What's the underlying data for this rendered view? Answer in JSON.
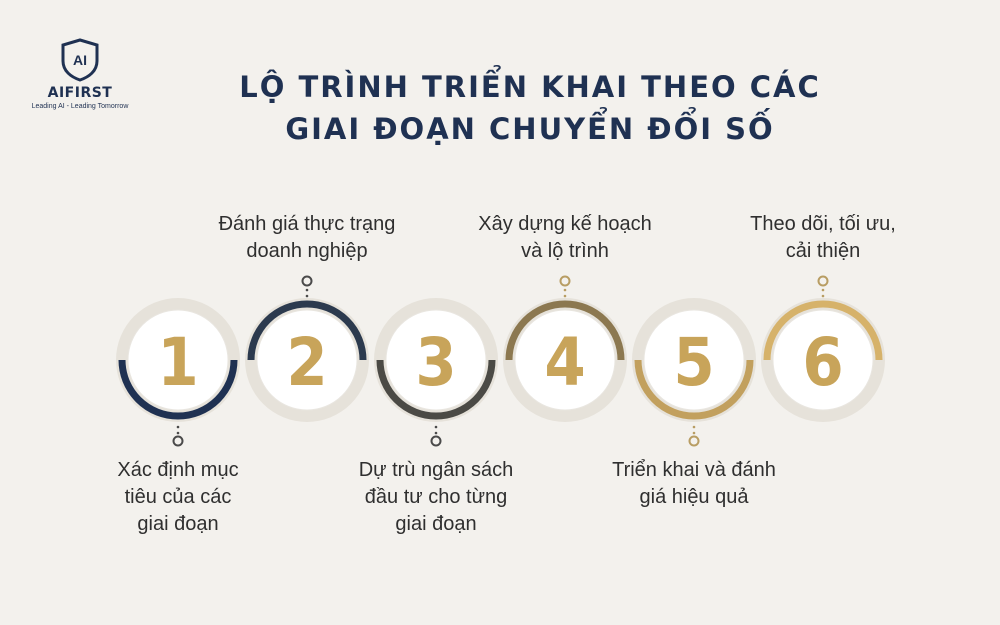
{
  "logo": {
    "mark": "AI",
    "name": "AIFIRST",
    "tagline": "Leading AI - Leading Tomorrow"
  },
  "title": {
    "line1": "LỘ TRÌNH TRIỂN KHAI THEO CÁC",
    "line2": "GIAI ĐOẠN CHUYỂN ĐỔI SỐ"
  },
  "steps": [
    {
      "number": "1",
      "label_lines": [
        "Xác định mục",
        "tiêu của các",
        "giai đoạn"
      ],
      "label_position": "bottom",
      "ring_color": "#1f3152"
    },
    {
      "number": "2",
      "label_lines": [
        "Đánh giá thực trạng",
        "doanh nghiệp"
      ],
      "label_position": "top",
      "ring_color": "#2c3a4e"
    },
    {
      "number": "3",
      "label_lines": [
        "Dự trù ngân sách",
        "đầu tư cho từng",
        "giai đoạn"
      ],
      "label_position": "bottom",
      "ring_color": "#4b4a45"
    },
    {
      "number": "4",
      "label_lines": [
        "Xây dựng kế hoạch",
        "và lộ trình"
      ],
      "label_position": "top",
      "ring_color": "#8c7850"
    },
    {
      "number": "5",
      "label_lines": [
        "Triển khai và đánh",
        "giá hiệu quả"
      ],
      "label_position": "bottom",
      "ring_color": "#c2a05e"
    },
    {
      "number": "6",
      "label_lines": [
        "Theo dõi, tối ưu,",
        "cải thiện"
      ],
      "label_position": "top",
      "ring_color": "#d6b26a"
    }
  ],
  "colors": {
    "navy": "#1f3152",
    "gold": "#c8a45a",
    "background": "#f3f1ed",
    "circle_fill": "#ffffff"
  }
}
